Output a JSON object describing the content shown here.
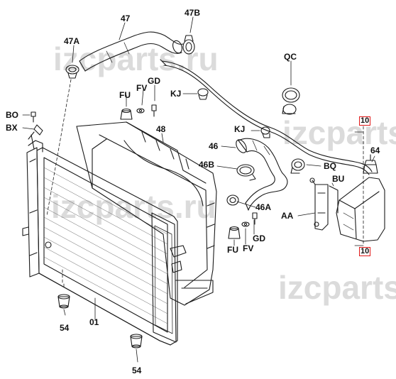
{
  "watermarks": [
    "izcparts.ru",
    "izcparts.ru",
    "izcparts.ru",
    "izcparts.ru"
  ],
  "labels": {
    "l47": "47",
    "l47B": "47B",
    "l47A": "47A",
    "lQC": "QC",
    "lGD1": "GD",
    "lFV1": "FV",
    "lFU1": "FU",
    "lKJ1": "KJ",
    "lBO": "BO",
    "lBX": "BX",
    "l48": "48",
    "lKJ2": "KJ",
    "l46": "46",
    "l46B": "46B",
    "lBQ": "BQ",
    "lBU": "BU",
    "l64": "64",
    "l46A": "46A",
    "lAA": "AA",
    "lFU2": "FU",
    "lGD2": "GD",
    "lFV2": "FV",
    "l54a": "54",
    "l01": "01",
    "l54b": "54"
  },
  "ref_boxes": {
    "top": "10",
    "bottom": "10"
  }
}
